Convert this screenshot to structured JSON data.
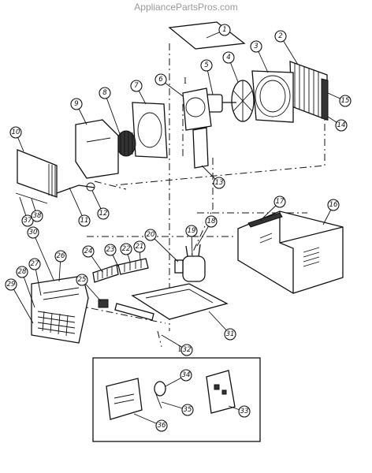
{
  "watermark": "AppliancePartsPros.com",
  "section_markers": [
    "I",
    "I"
  ],
  "callouts": [
    "1",
    "2",
    "3",
    "4",
    "5",
    "6",
    "7",
    "8",
    "9",
    "10",
    "11",
    "12",
    "13",
    "14",
    "15",
    "16",
    "17",
    "18",
    "19",
    "20",
    "21",
    "22",
    "23",
    "24",
    "25",
    "26",
    "27",
    "28",
    "29",
    "30",
    "31",
    "32",
    "33",
    "34",
    "35",
    "36",
    "37",
    "38"
  ]
}
